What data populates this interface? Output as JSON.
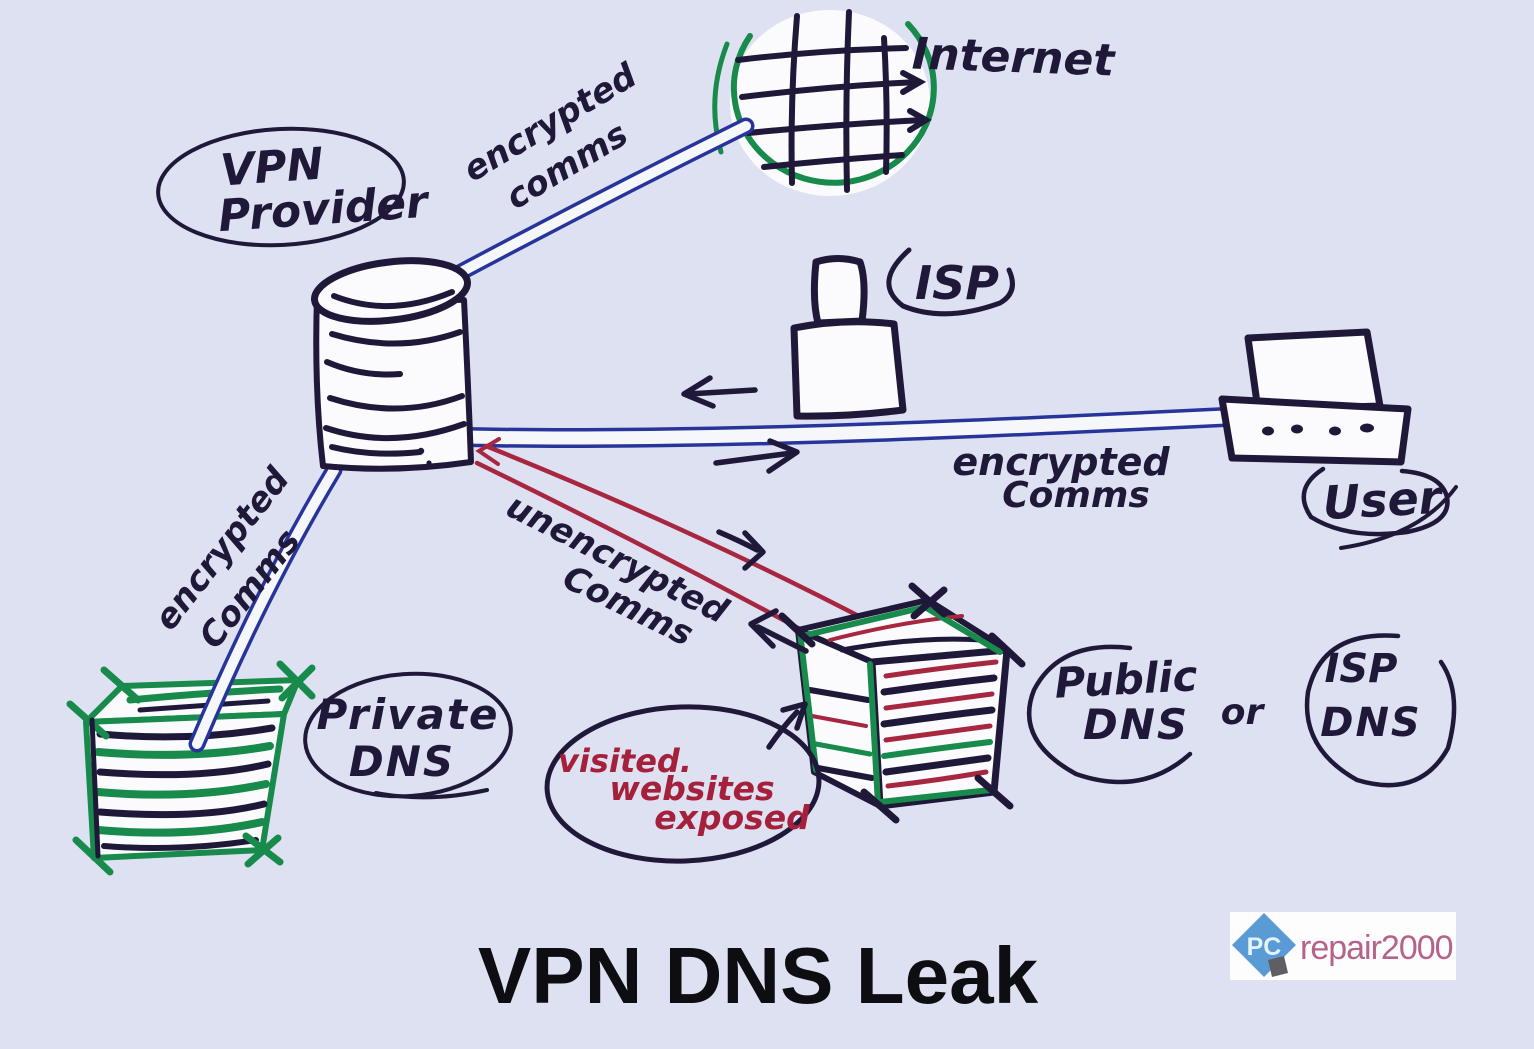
{
  "title": "VPN DNS Leak",
  "colors": {
    "background": "#dde1f2",
    "ink": "#201839",
    "marker_green": "#188b4c",
    "tube_blue": "#27359b",
    "leak_red": "#a82740",
    "red_text": "#a5203a",
    "logo_blue": "#5b9bd5",
    "logo_pink": "#b4638a"
  },
  "nodes": {
    "internet": {
      "label": "Internet"
    },
    "vpn_provider": {
      "label_line1": "VPN",
      "label_line2": "Provider"
    },
    "isp": {
      "label": "ISP"
    },
    "user": {
      "label": "User"
    },
    "private_dns": {
      "label_line1": "Private",
      "label_line2": "DNS"
    },
    "public_dns": {
      "label_line1": "Public",
      "label_line2": "DNS",
      "conjunction": "or"
    },
    "isp_dns": {
      "label_line1": "ISP",
      "label_line2": "DNS"
    }
  },
  "links": {
    "vpn_to_internet": {
      "label_line1": "encrypted",
      "label_line2": "comms"
    },
    "user_to_vpn": {
      "label_line1": "encrypted",
      "label_line2": "Comms"
    },
    "vpn_to_private_dns": {
      "label_line1": "encrypted",
      "label_line2": "Comms"
    },
    "vpn_to_public_dns": {
      "label_line1": "unencrypted",
      "label_line2": "Comms"
    }
  },
  "callout": {
    "line1": "visited.",
    "line2": "websites",
    "line3": "exposed"
  },
  "logo": {
    "badge": "PC",
    "name": "repair2000"
  }
}
